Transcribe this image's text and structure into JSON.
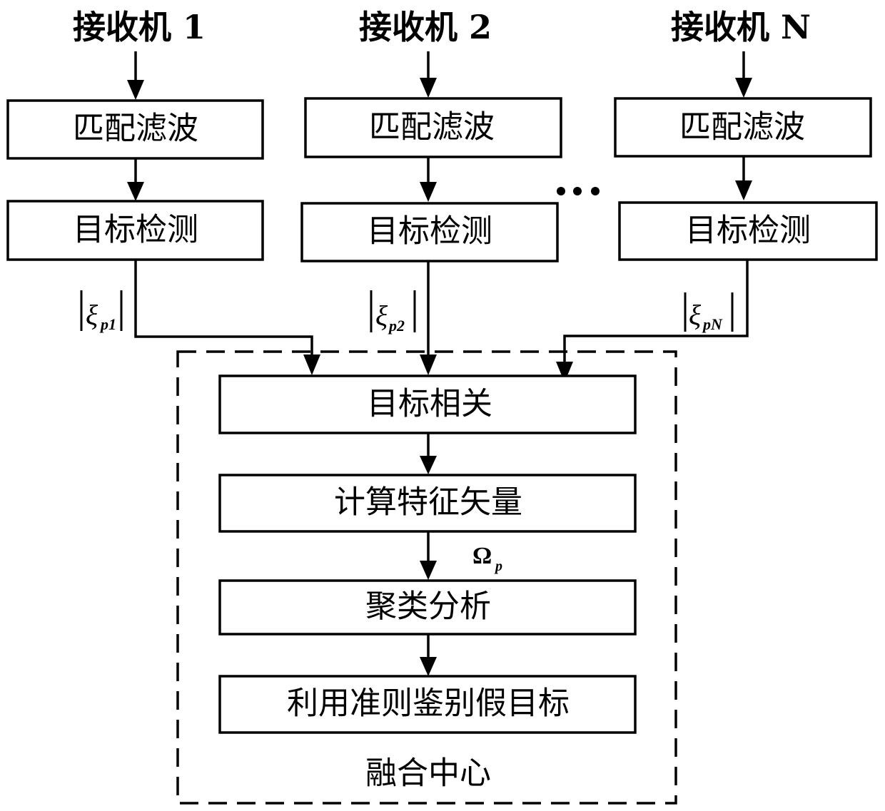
{
  "receivers": [
    {
      "title": "接收机 1",
      "matched_filter": "匹配滤波",
      "detection": "目标检测",
      "output_symbol": "ξ",
      "output_subscript": "p1"
    },
    {
      "title": "接收机 2",
      "matched_filter": "匹配滤波",
      "detection": "目标检测",
      "output_symbol": "ξ",
      "output_subscript": "p2"
    },
    {
      "title": "接收机 N",
      "matched_filter": "匹配滤波",
      "detection": "目标检测",
      "output_symbol": "ξ",
      "output_subscript": "pN"
    }
  ],
  "ellipsis": "• • •",
  "fusion_center": {
    "label": "融合中心",
    "steps": [
      "目标相关",
      "计算特征矢量",
      "聚类分析",
      "利用准则鉴别假目标"
    ],
    "feature_vector_symbol": "Ω",
    "feature_vector_subscript": "p"
  }
}
